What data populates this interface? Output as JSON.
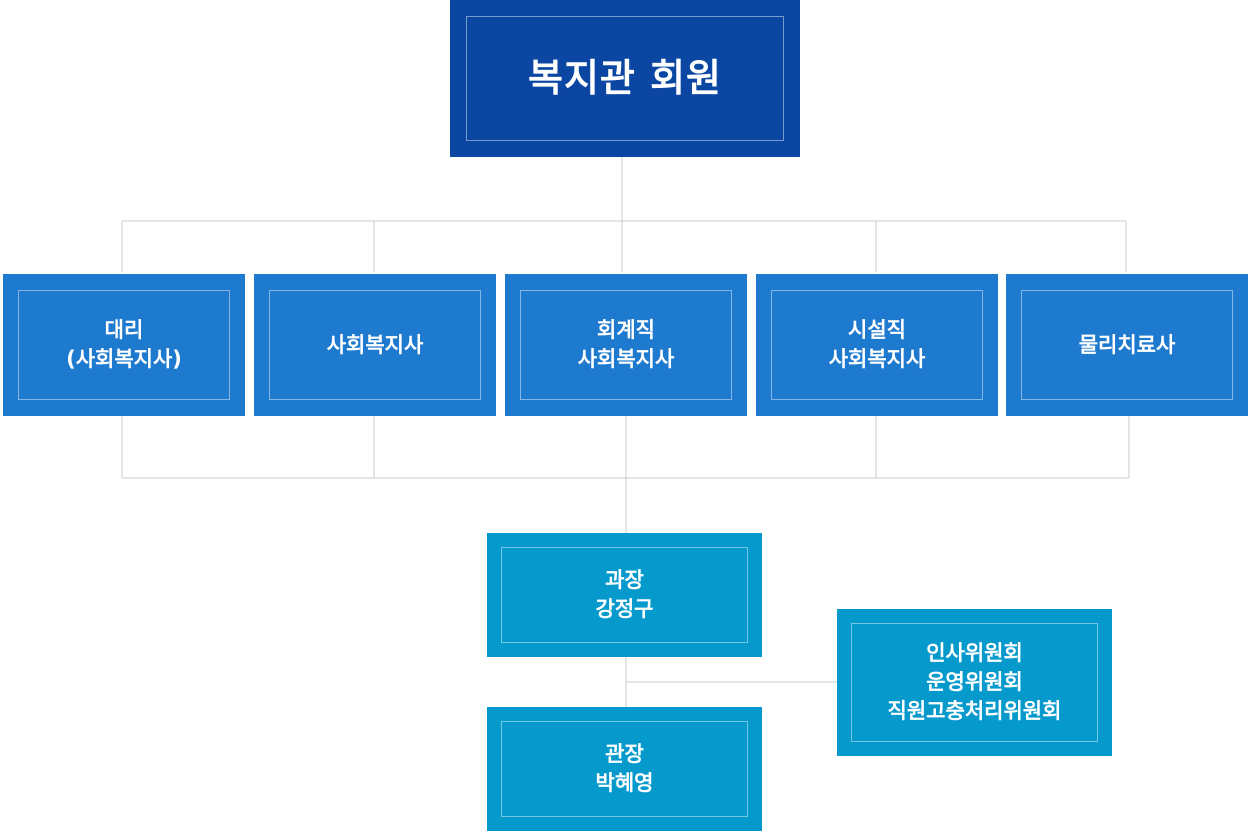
{
  "colors": {
    "top_box": "#0a46a2",
    "mid_box": "#1e7ace",
    "low_box": "#0599cc",
    "connector": "#cccccc",
    "text": "#ffffff"
  },
  "top": {
    "label": "복지관 회원"
  },
  "staff": [
    {
      "line1": "대리",
      "line2": "(사회복지사)"
    },
    {
      "line1": "사회복지사",
      "line2": ""
    },
    {
      "line1": "회계직",
      "line2": "사회복지사"
    },
    {
      "line1": "시설직",
      "line2": "사회복지사"
    },
    {
      "line1": "물리치료사",
      "line2": ""
    }
  ],
  "manager": {
    "line1": "과장",
    "line2": "강정구"
  },
  "committees": {
    "line1": "인사위원회",
    "line2": "운영위원회",
    "line3": "직원고충처리위원회"
  },
  "director": {
    "line1": "관장",
    "line2": "박혜영"
  }
}
